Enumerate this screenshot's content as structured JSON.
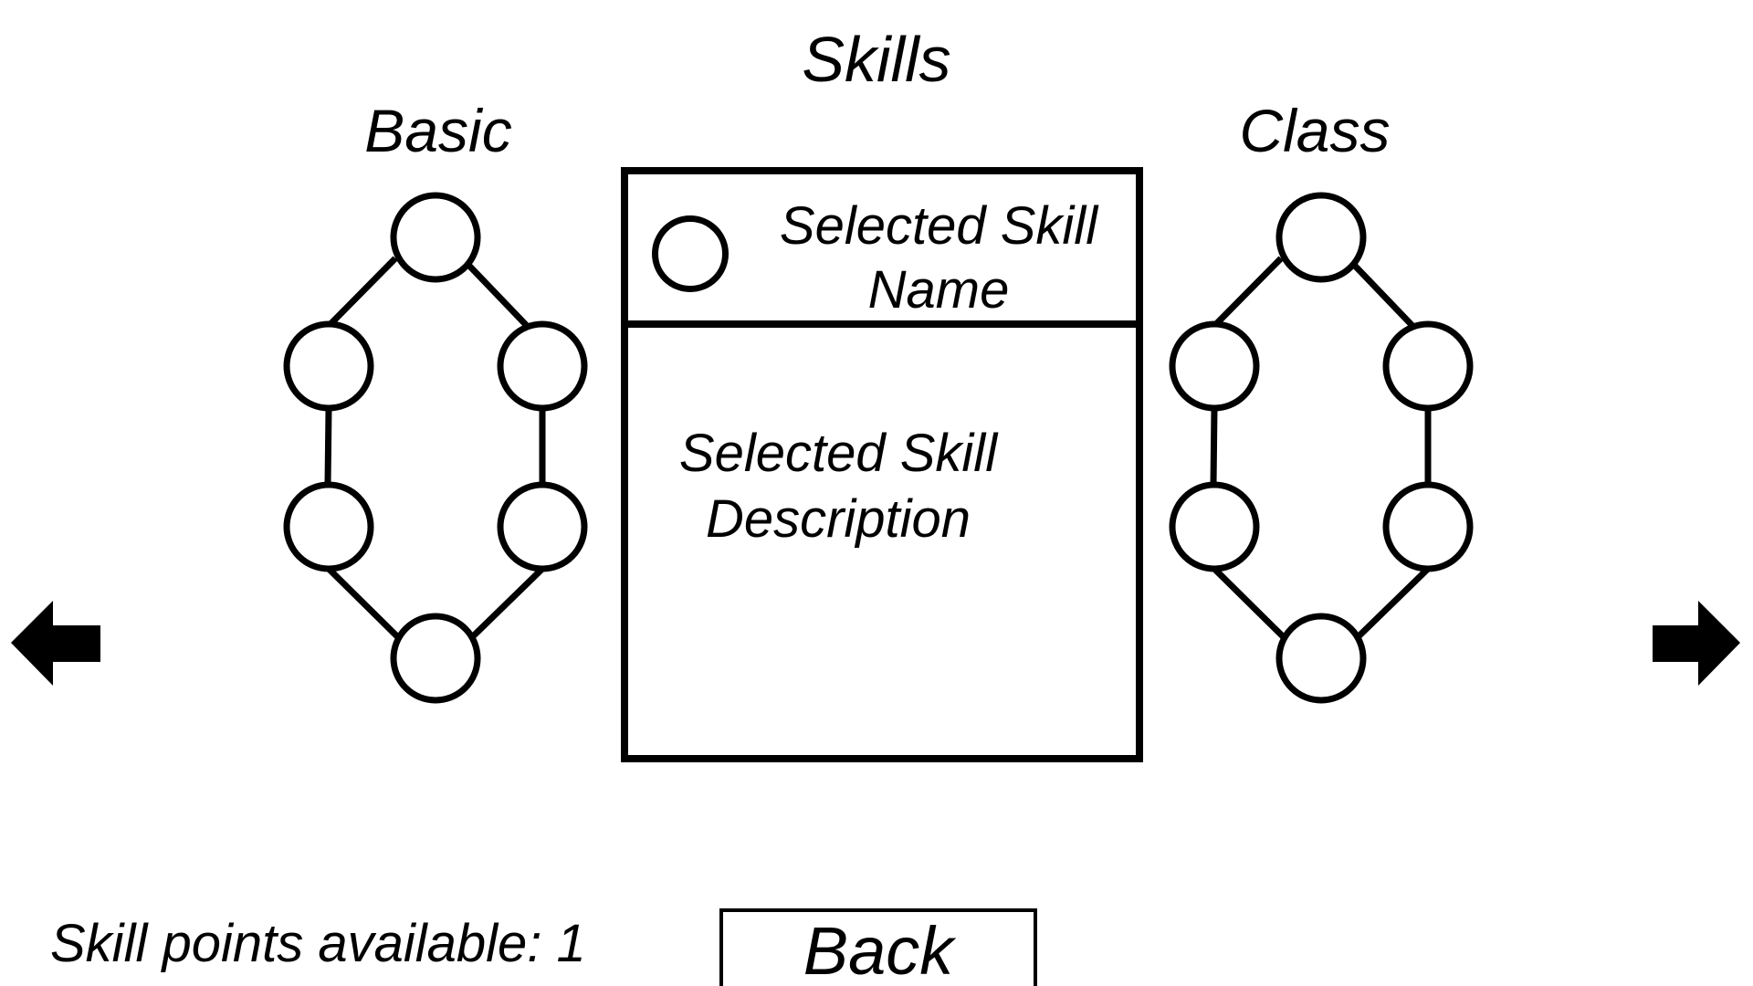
{
  "header": {
    "title": "Skills"
  },
  "trees": {
    "basic": {
      "title": "Basic",
      "node_count": 6
    },
    "class": {
      "title": "Class",
      "node_count": 6
    }
  },
  "selected_skill": {
    "name": "Selected Skill Name",
    "description": "Selected Skill Description"
  },
  "navigation": {
    "left_arrow_icon": "arrow-left-icon",
    "right_arrow_icon": "arrow-right-icon"
  },
  "footer": {
    "skill_points_label": "Skill points available:",
    "skill_points_value": "1",
    "back_label": "Back"
  },
  "colors": {
    "stroke": "#000000",
    "background": "#ffffff"
  }
}
